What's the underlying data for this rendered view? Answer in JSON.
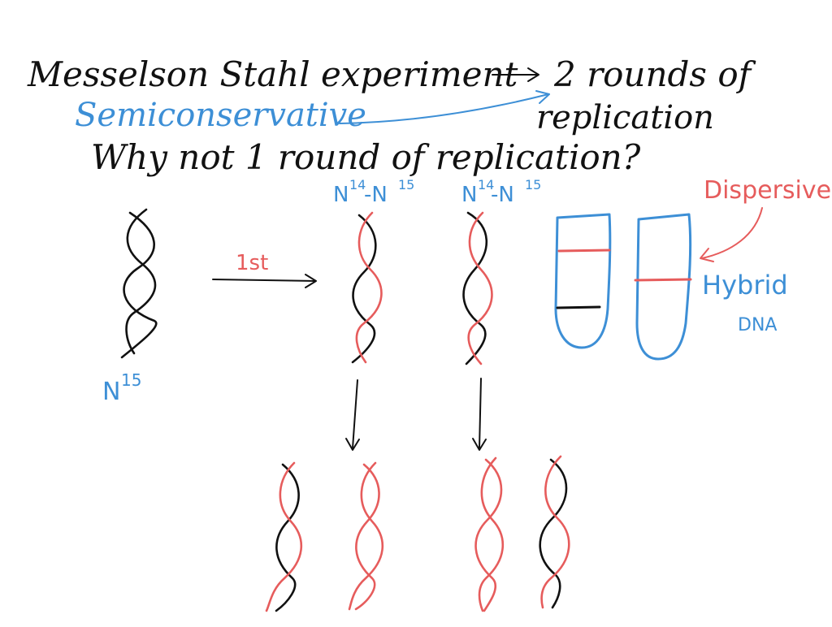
{
  "title": {
    "line1_left": "Messelson Stahl experiment",
    "line1_right": "2 rounds of",
    "line2_left": "Semiconservative",
    "line2_right": "replication",
    "line3": "Why not 1 round of replication?"
  },
  "labels": {
    "parent": "N",
    "parent_sup": "15",
    "first_round": "1st",
    "hybrid_a": "N",
    "hybrid_a_sup1": "14",
    "hybrid_a_sep": "-N",
    "hybrid_a_sup2": "15",
    "hybrid_b": "N",
    "hybrid_b_sup1": "14",
    "hybrid_b_sep": "-N",
    "hybrid_b_sup2": "15",
    "dispersive": "Dispersive",
    "hybrid": "Hybrid",
    "dna": "DNA"
  },
  "colors": {
    "ink": "#111111",
    "blue": "#3d8fd6",
    "red": "#e65c5c"
  }
}
